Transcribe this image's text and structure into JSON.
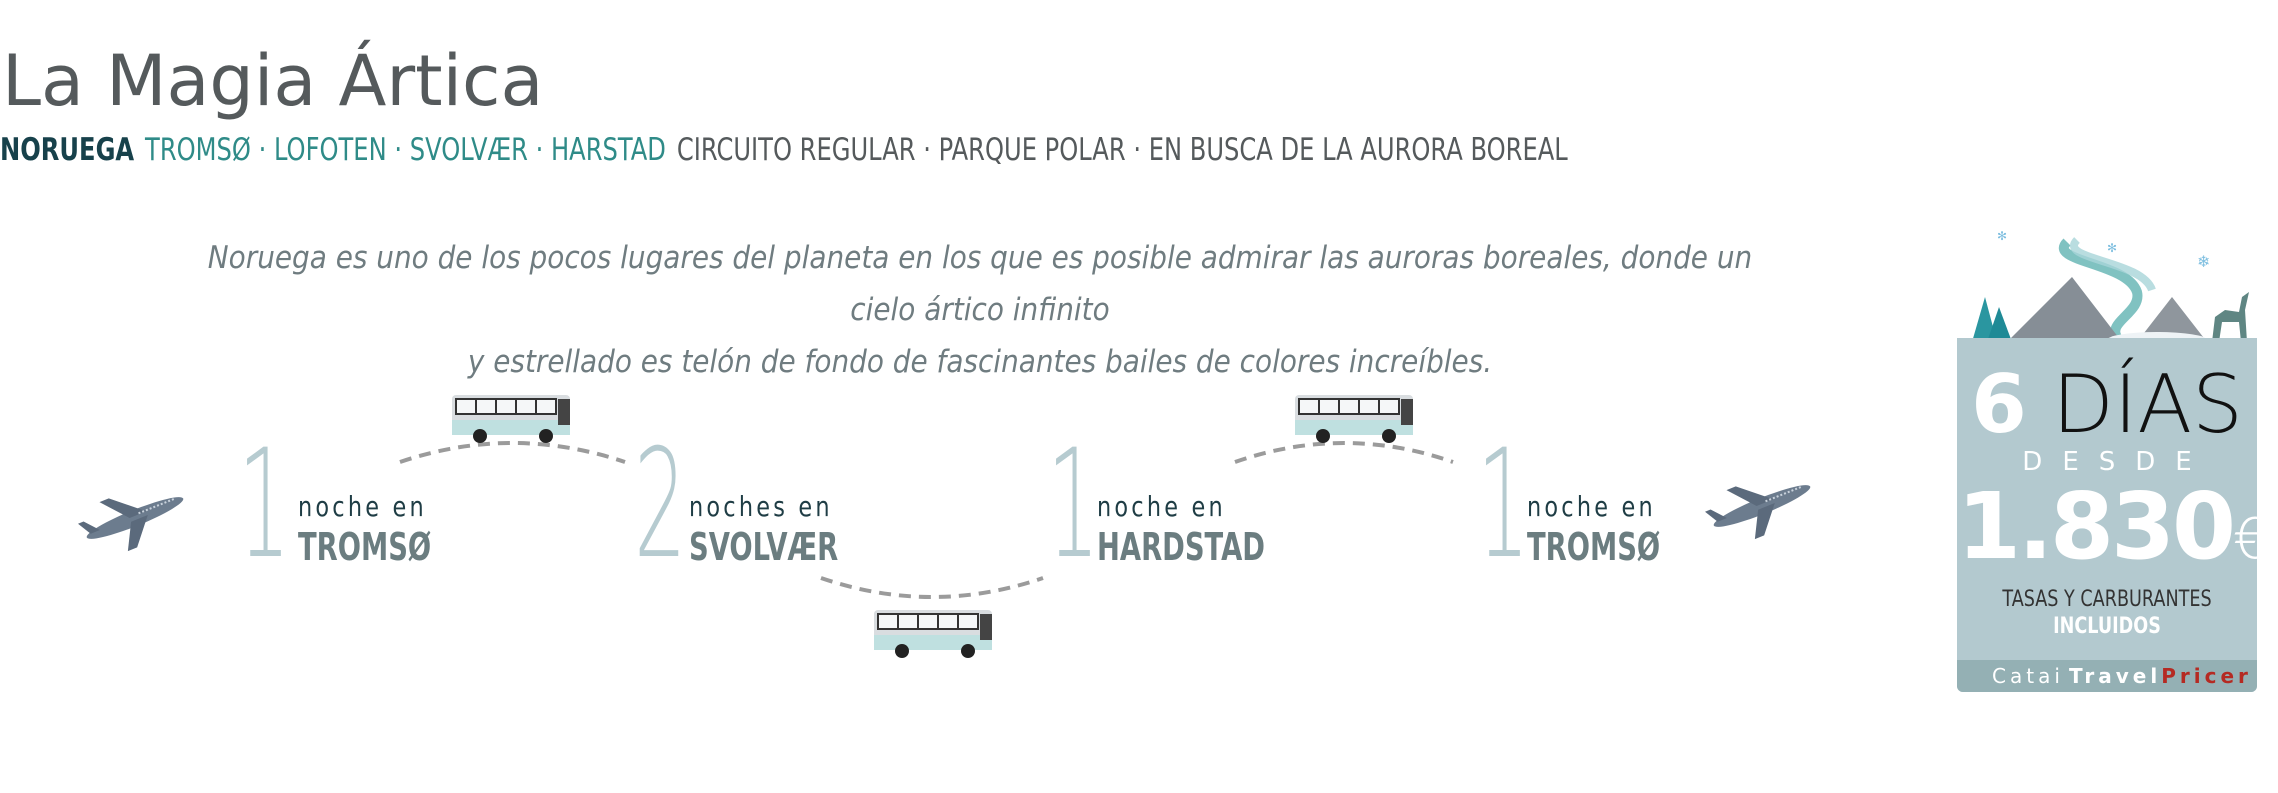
{
  "title": "La Magia Ártica",
  "subtitle": {
    "country": "NORUEGA",
    "places": "TROMSØ · LOFOTEN · SVOLVÆR · HARSTAD",
    "tags": "CIRCUITO REGULAR · PARQUE POLAR · EN BUSCA DE LA AURORA BOREAL"
  },
  "description": {
    "line1": "Noruega es uno de los pocos lugares del planeta en los que es posible admirar las auroras boreales, donde un cielo ártico infinito",
    "line2": "y estrellado es telón de fondo de fascinantes bailes de colores increíbles."
  },
  "itinerary": [
    {
      "nights": "1",
      "label": "noche en",
      "city": "TROMSØ"
    },
    {
      "nights": "2",
      "label": "noches en",
      "city": "SVOLVÆR"
    },
    {
      "nights": "1",
      "label": "noche en",
      "city": "HARDSTAD"
    },
    {
      "nights": "1",
      "label": "noche en",
      "city": "TROMSØ"
    }
  ],
  "panel": {
    "days_number": "6",
    "days_word": "DÍAS",
    "from": "DESDE",
    "price": "1.830",
    "currency": "€",
    "taxes": "TASAS Y CARBURANTES",
    "included": "INCLUIDOS",
    "brand_a": "Catai",
    "brand_b": "Travel",
    "brand_c": "Pricer"
  },
  "colors": {
    "accent": "#2f8b88",
    "dark": "#17414b",
    "panel": "#b3c9cf",
    "brand_red": "#b52a22"
  }
}
